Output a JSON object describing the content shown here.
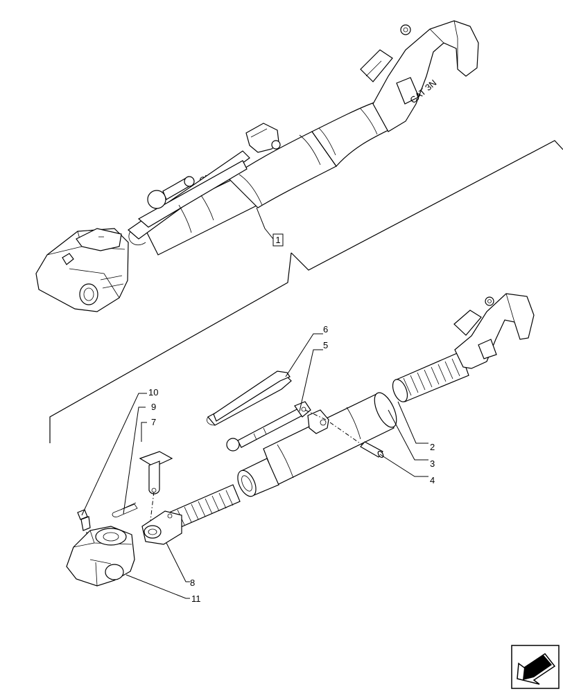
{
  "diagram": {
    "assembly_callout": "1",
    "callouts": {
      "c2": "2",
      "c3": "3",
      "c4": "4",
      "c5": "5",
      "c6": "6",
      "c7": "7",
      "c8": "8",
      "c9": "9",
      "c10": "10",
      "c11": "11"
    },
    "decal_text": "CAT 3N",
    "tube_marking": "CNH",
    "nav_icon": "arrow-previous-page-icon"
  }
}
